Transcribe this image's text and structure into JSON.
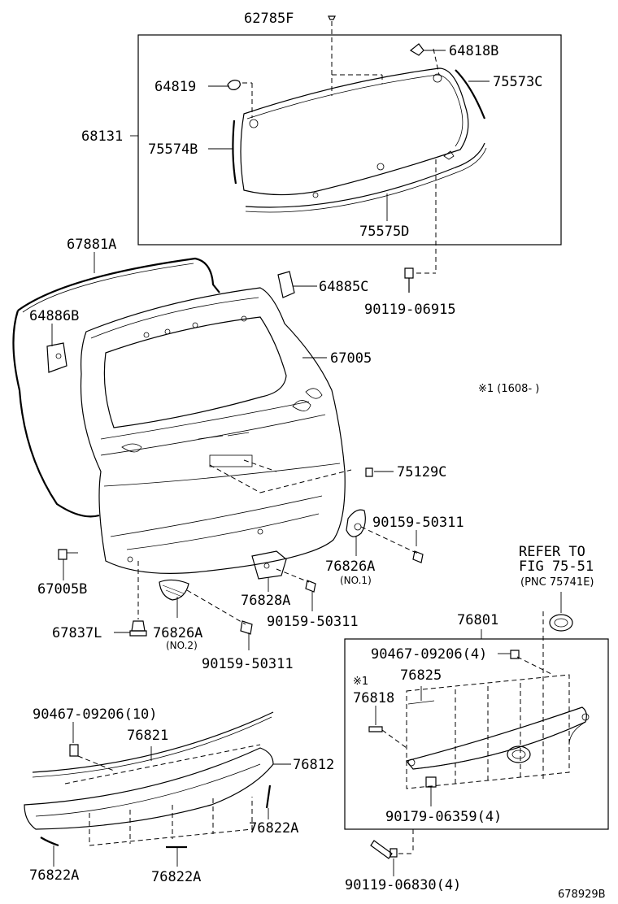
{
  "figure_id": "678929B",
  "note": "※1 (1608-     )",
  "refer": {
    "line1": "REFER TO",
    "line2": "FIG 75-51",
    "line3": "(PNC 75741E)"
  },
  "parts": {
    "p62785F": "62785F",
    "p64818B": "64818B",
    "p64819": "64819",
    "p75573C": "75573C",
    "p68131": "68131",
    "p75574B": "75574B",
    "p75575D": "75575D",
    "p67881A": "67881A",
    "p64885C": "64885C",
    "p90119_06915": "90119-06915",
    "p64886B": "64886B",
    "p67005": "67005",
    "p75129C": "75129C",
    "p90159_50311_a": "90159-50311",
    "p76826A_1": "76826A",
    "p76826A_1_sub": "(NO.1)",
    "p67005B": "67005B",
    "p76828A": "76828A",
    "p90159_50311_b": "90159-50311",
    "p67837L": "67837L",
    "p76826A_2": "76826A",
    "p76826A_2_sub": "(NO.2)",
    "p90159_50311_c": "90159-50311",
    "p76801": "76801",
    "p90467_09206_4": "90467-09206(4)",
    "p76825": "76825",
    "p76818_mark": "※1",
    "p76818": "76818",
    "p90179_06359": "90179-06359(4)",
    "p90119_06830": "90119-06830(4)",
    "p90467_09206_10": "90467-09206(10)",
    "p76821": "76821",
    "p76812": "76812",
    "p76822A_r": "76822A",
    "p76822A_l": "76822A",
    "p76822A_c": "76822A"
  }
}
